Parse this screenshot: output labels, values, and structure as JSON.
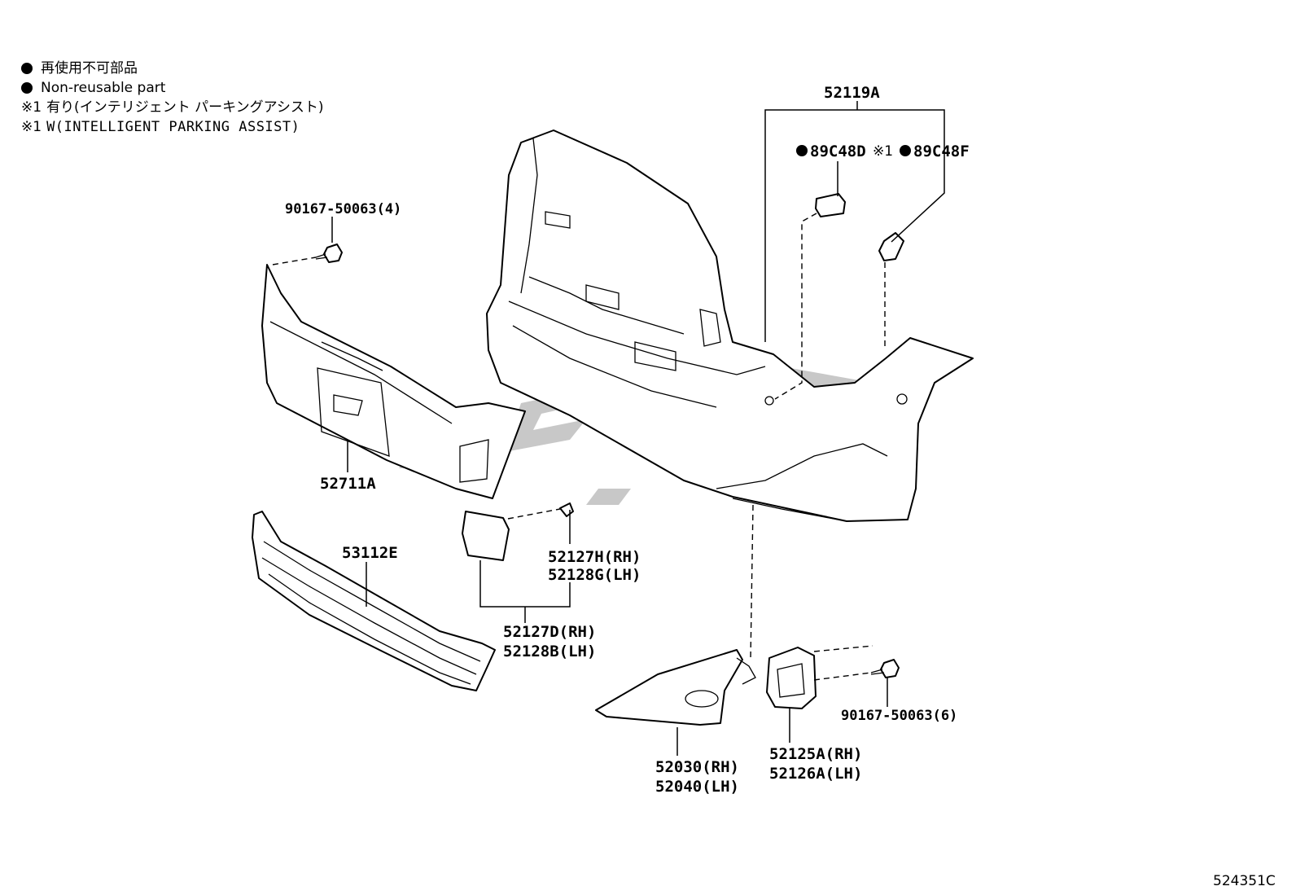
{
  "legend": {
    "line1": "再使用不可部品",
    "line2": "Non-reusable part",
    "line3": "有り(インテリジェント パーキングアシスト)",
    "line4": "W(INTELLIGENT PARKING ASSIST)",
    "mark": "※1"
  },
  "parts": {
    "bumper_cover": "52119A",
    "clip_d": "89C48D",
    "clip_note": "※1",
    "clip_f": "89C48F",
    "screw_upper": "90167-50063(4)",
    "lower_cover": "52711A",
    "grille": "53112E",
    "clip_h_rh": "52127H(RH)",
    "clip_g_lh": "52128G(LH)",
    "cap_d_rh": "52127D(RH)",
    "cap_b_lh": "52128B(LH)",
    "screw_lower": "90167-50063(6)",
    "fog_cover_rh": "52030(RH)",
    "fog_cover_lh": "52040(LH)",
    "bracket_rh": "52125A(RH)",
    "bracket_lh": "52126A(LH)"
  },
  "figure_number": "524351C",
  "colors": {
    "line": "#000000",
    "watermark": "#9a9a9a"
  }
}
